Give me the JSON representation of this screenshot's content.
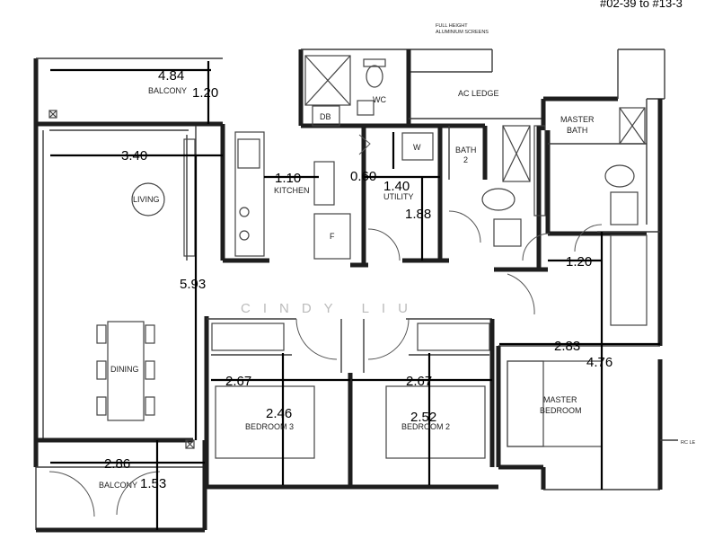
{
  "unit_ref": "#02-39 to #13-3",
  "watermark": "CINDY LIU",
  "notes": {
    "screens_line1": "FULL HEIGHT",
    "screens_line2": "ALUMINIUM SCREENS",
    "rc": "RC LE"
  },
  "rooms": {
    "balcony_top": "BALCONY",
    "living": "LIVING",
    "dining": "DINING",
    "balcony_bottom": "BALCONY",
    "kitchen": "KITCHEN",
    "utility": "UTILITY",
    "wc": "WC",
    "db": "DB",
    "w": "W",
    "f": "F",
    "ac_ledge": "AC LEDGE",
    "bath2_line1": "BATH",
    "bath2_line2": "2",
    "master_bath_line1": "MASTER",
    "master_bath_line2": "BATH",
    "bedroom3": "BEDROOM 3",
    "bedroom2": "BEDROOM 2",
    "master_bedroom_line1": "MASTER",
    "master_bedroom_line2": "BEDROOM"
  },
  "dimensions": {
    "balcony_top_w": "4.84",
    "balcony_top_d": "1.20",
    "living_w": "3.40",
    "living_d": "5.93",
    "kitchen_w": "1.10",
    "utility_gap": "0.60",
    "utility_w": "1.40",
    "utility_d": "1.88",
    "corridor_w": "1.20",
    "master_w": "2.83",
    "master_d": "4.76",
    "bed3_w": "2.67",
    "bed3_d": "2.46",
    "bed2_w": "2.67",
    "bed2_d": "2.52",
    "balcony_bot_w": "2.86",
    "balcony_bot_d": "1.53"
  }
}
